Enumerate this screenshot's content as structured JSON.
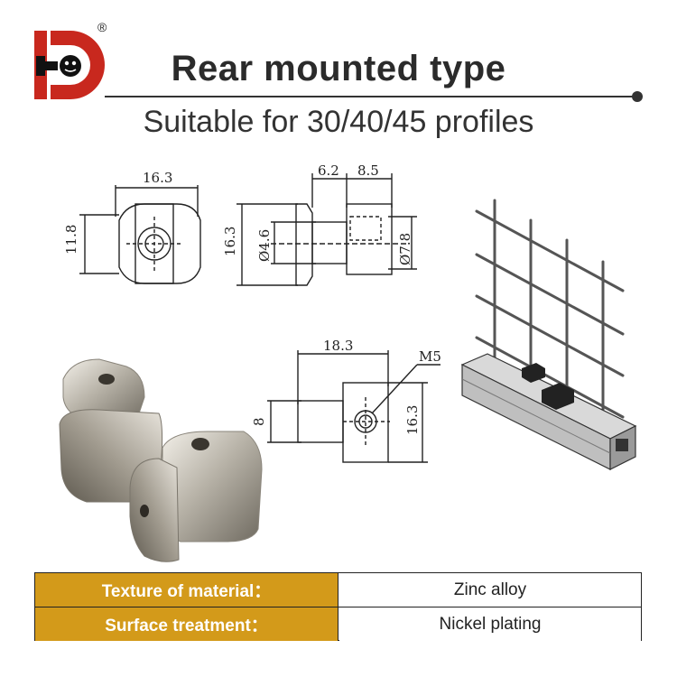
{
  "brand": {
    "logo_letters": "HD",
    "registered_mark": "®",
    "colors": {
      "red": "#c8281e",
      "black": "#111111"
    }
  },
  "header": {
    "title": "Rear mounted type",
    "subtitle": "Suitable for 30/40/45 profiles"
  },
  "drawings": {
    "front_view": {
      "width_label": "16.3",
      "height_label": "11.8"
    },
    "side_view": {
      "dim_a": "6.2",
      "dim_b": "8.5",
      "height_label": "16.3",
      "dia_small": "Ø4.6",
      "dia_large": "Ø7.8"
    },
    "top_view": {
      "length_label": "18.3",
      "thread_label": "M5",
      "left_height": "8",
      "right_height": "16.3"
    }
  },
  "illustrations": {
    "product_photo_icon": "nut-photo-icon",
    "mesh_panel_icon": "mesh-panel-icon"
  },
  "specs": {
    "accent_color": "#d39a1a",
    "rows": [
      {
        "label": "Texture of material：",
        "value": "Zinc alloy"
      },
      {
        "label": "Surface treatment：",
        "value": "Nickel plating"
      }
    ]
  }
}
